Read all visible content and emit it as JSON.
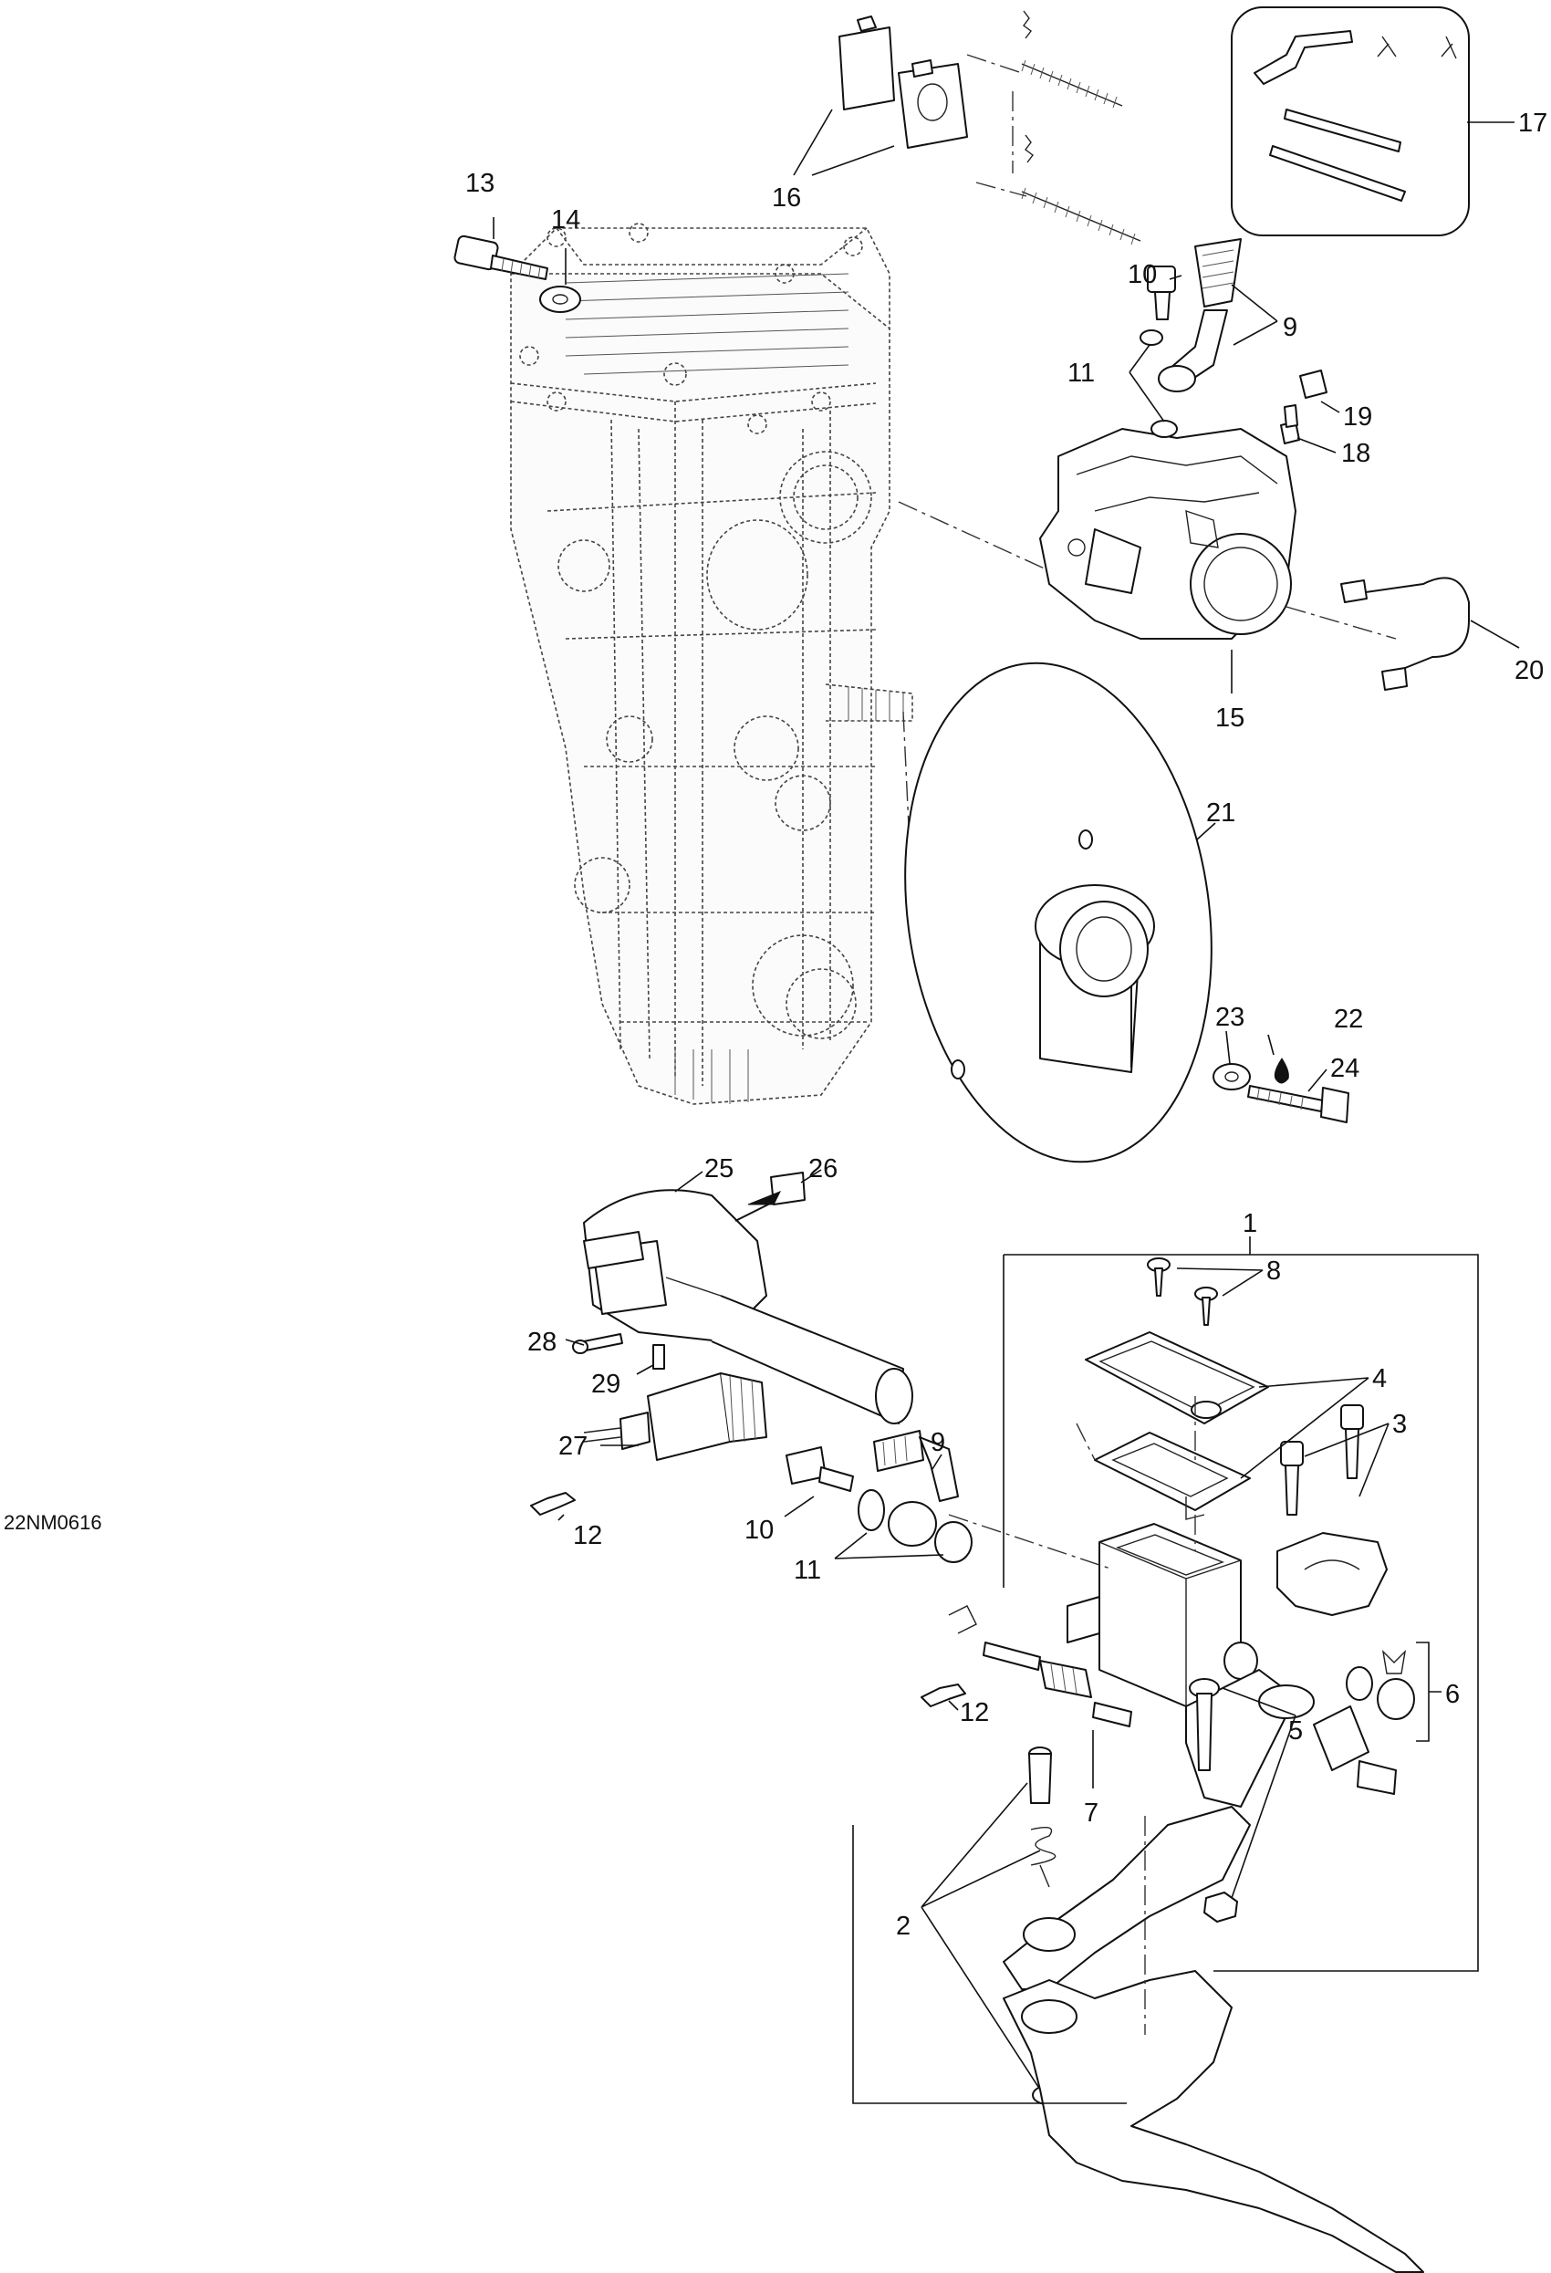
{
  "drawing_code": "22NM0616",
  "callouts": {
    "c1": "1",
    "c2": "2",
    "c3": "3",
    "c4": "4",
    "c5": "5",
    "c6": "6",
    "c7": "7",
    "c8": "8",
    "c9_top": "9",
    "c9_bottom": "9",
    "c10_top": "10",
    "c10_bottom": "10",
    "c11_top": "11",
    "c11_bottom": "11",
    "c12_left": "12",
    "c12_right": "12",
    "c13": "13",
    "c14": "14",
    "c15": "15",
    "c16": "16",
    "c17": "17",
    "c18": "18",
    "c19": "19",
    "c20": "20",
    "c21": "21",
    "c22": "22",
    "c23": "23",
    "c24": "24",
    "c25": "25",
    "c26": "26",
    "c27": "27",
    "c28": "28",
    "c29": "29"
  }
}
